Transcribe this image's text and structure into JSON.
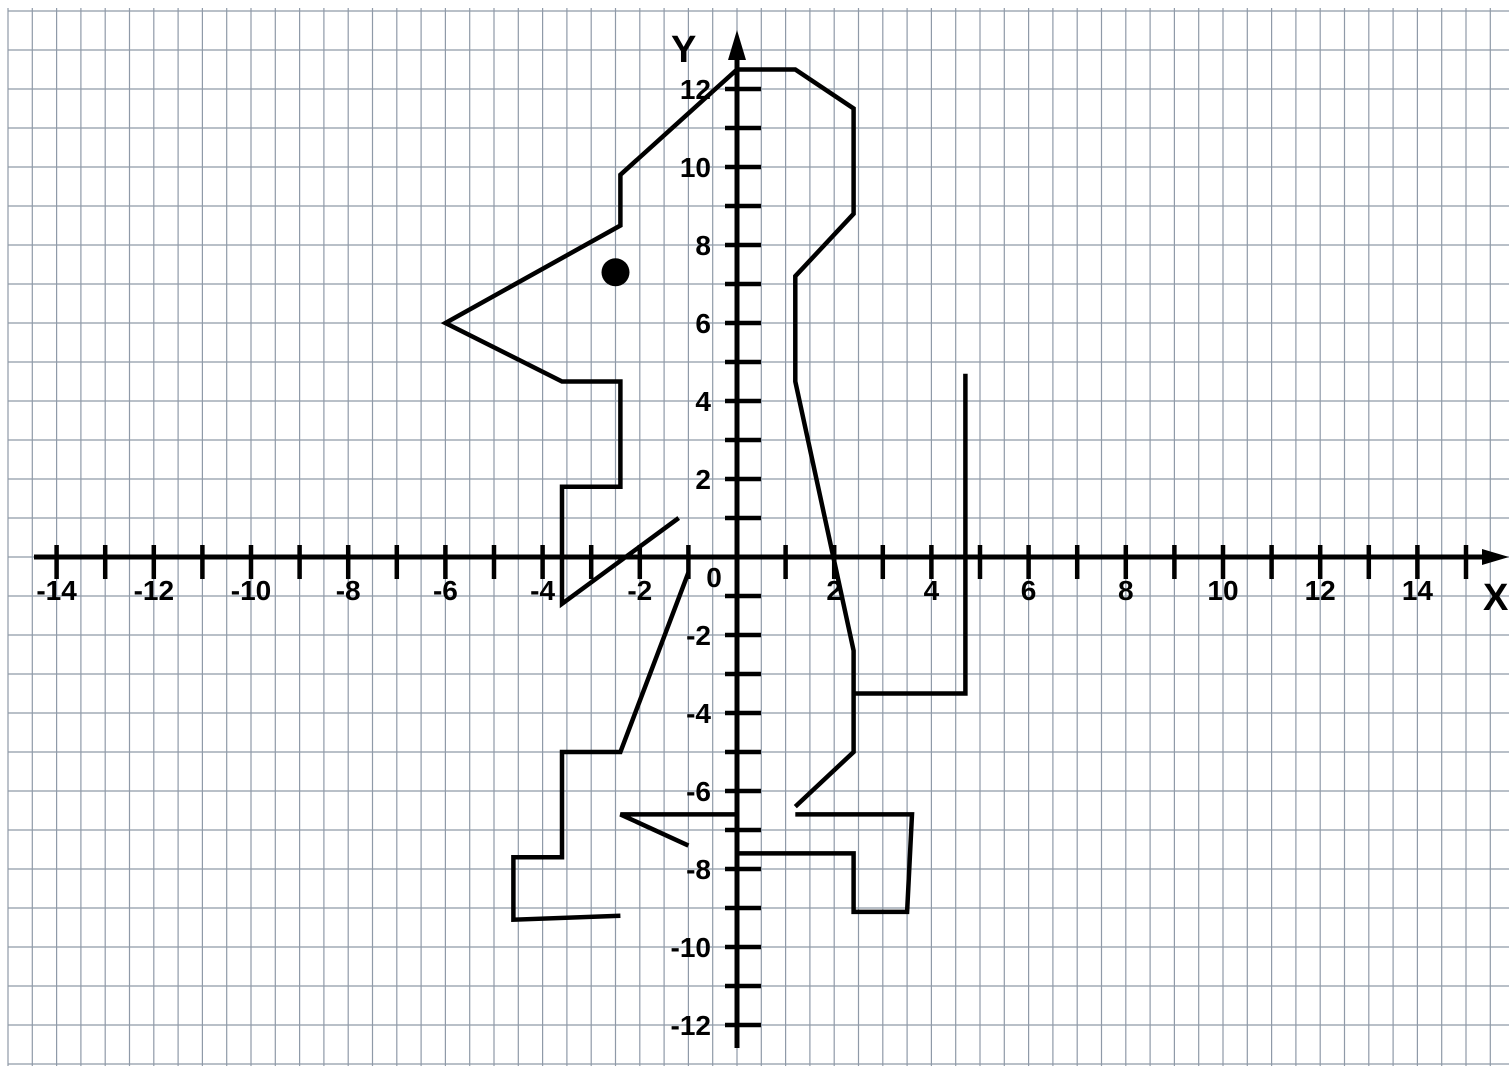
{
  "axes": {
    "x_label": "X",
    "y_label": "Y",
    "origin_label": "0",
    "x_range": [
      -14,
      15
    ],
    "y_range": [
      -12,
      12
    ],
    "x_tick_labels": [
      "-14",
      "-12",
      "-10",
      "-8",
      "-6",
      "-4",
      "-2",
      "2",
      "4",
      "6",
      "8",
      "10",
      "12",
      "14"
    ],
    "y_tick_labels": [
      "12",
      "10",
      "8",
      "6",
      "4",
      "2",
      "-2",
      "-4",
      "-6",
      "-8",
      "-10",
      "-12"
    ]
  },
  "figure": {
    "description_color": "#000000",
    "outline": [
      [
        [
          -1.2,
          1.0
        ],
        [
          -3.6,
          -1.2
        ],
        [
          -3.6,
          1.8
        ],
        [
          -2.4,
          1.8
        ],
        [
          -2.4,
          4.5
        ],
        [
          -3.6,
          4.5
        ],
        [
          -6.0,
          6.0
        ],
        [
          -2.4,
          8.5
        ],
        [
          -2.4,
          9.8
        ],
        [
          0,
          12.5
        ],
        [
          1.2,
          12.5
        ],
        [
          2.4,
          11.5
        ],
        [
          2.4,
          8.8
        ],
        [
          1.2,
          7.2
        ],
        [
          1.2,
          4.5
        ],
        [
          2.4,
          -2.4
        ],
        [
          2.4,
          -5.0
        ],
        [
          1.2,
          -6.4
        ]
      ],
      [
        [
          1.2,
          -6.6
        ],
        [
          3.6,
          -6.6
        ],
        [
          3.5,
          -9.1
        ],
        [
          2.4,
          -9.1
        ],
        [
          2.4,
          -7.6
        ],
        [
          0,
          -7.6
        ]
      ],
      [
        [
          -1.0,
          -0.4
        ],
        [
          -2.4,
          -5.0
        ],
        [
          -3.6,
          -5.0
        ],
        [
          -3.6,
          -7.7
        ],
        [
          -4.6,
          -7.7
        ],
        [
          -4.6,
          -9.3
        ],
        [
          -2.4,
          -9.2
        ]
      ],
      [
        [
          -1.0,
          -7.4
        ],
        [
          -2.4,
          -6.6
        ],
        [
          0,
          -6.6
        ]
      ],
      [
        [
          4.7,
          4.7
        ],
        [
          4.7,
          -3.5
        ],
        [
          2.4,
          -3.5
        ]
      ]
    ],
    "eye": [
      -2.5,
      7.3
    ]
  }
}
